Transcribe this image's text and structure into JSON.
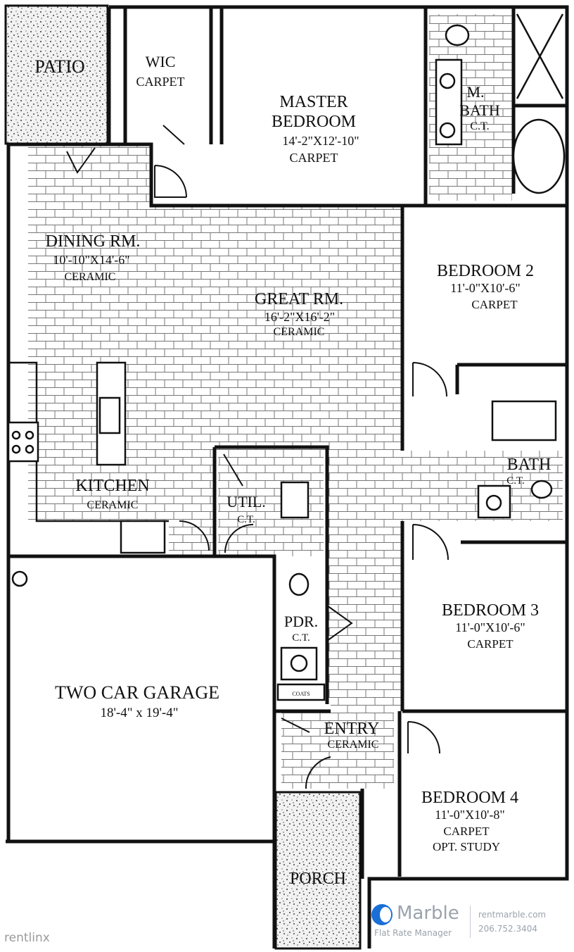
{
  "rooms": {
    "patio": {
      "name": "PATIO"
    },
    "wic": {
      "name": "WIC",
      "floor": "CARPET"
    },
    "master_bedroom": {
      "name_line1": "MASTER",
      "name_line2": "BEDROOM",
      "size": "14'-2\"X12'-10\"",
      "floor": "CARPET"
    },
    "master_bath": {
      "name_line1": "M.",
      "name_line2": "BATH",
      "floor": "C.T."
    },
    "dining": {
      "name": "DINING RM.",
      "size": "10'-10\"X14'-6\"",
      "floor": "CERAMIC"
    },
    "great_room": {
      "name": "GREAT RM.",
      "size": "16'-2\"X16'-2\"",
      "floor": "CERAMIC"
    },
    "bedroom2": {
      "name": "BEDROOM 2",
      "size": "11'-0\"X10'-6\"",
      "floor": "CARPET"
    },
    "bath": {
      "name": "BATH",
      "floor": "C.T."
    },
    "kitchen": {
      "name": "KITCHEN",
      "floor": "CERAMIC"
    },
    "utility": {
      "name": "UTIL.",
      "floor": "C.T."
    },
    "garage": {
      "name": "TWO CAR GARAGE",
      "size": "18'-4\" x 19'-4\""
    },
    "powder": {
      "name": "PDR.",
      "floor": "C.T."
    },
    "coats": {
      "name": "COATS"
    },
    "bedroom3": {
      "name": "BEDROOM 3",
      "size": "11'-0\"X10'-6\"",
      "floor": "CARPET"
    },
    "entry": {
      "name": "ENTRY",
      "floor": "CERAMIC"
    },
    "bedroom4": {
      "name": "BEDROOM 4",
      "size": "11'-0\"X10'-8\"",
      "floor": "CARPET",
      "note": "OPT. STUDY"
    },
    "porch": {
      "name": "PORCH"
    }
  },
  "watermark": "rentlinx",
  "brand": {
    "name": "Marble",
    "tagline": "Flat Rate Manager",
    "website": "rentmarble.com",
    "phone": "206.752.3404",
    "accent_color": "#1a6fd6"
  }
}
